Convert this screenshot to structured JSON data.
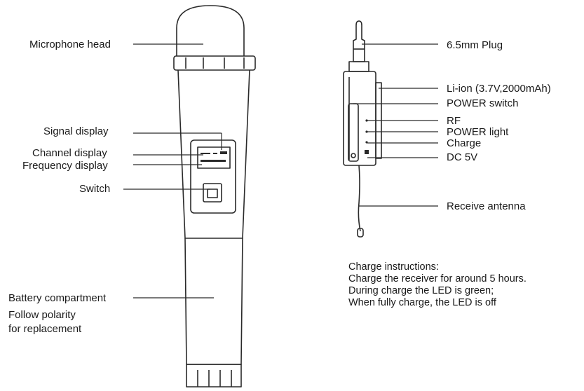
{
  "microphone": {
    "labels": {
      "head": "Microphone head",
      "signal_display": "Signal display",
      "channel_display": "Channel display",
      "frequency_display": "Frequency display",
      "switch": "Switch",
      "battery": "Battery compartment",
      "polarity_line1": "Follow polarity",
      "polarity_line2": "for replacement"
    }
  },
  "receiver": {
    "labels": {
      "plug": "6.5mm Plug",
      "battery": "Li-ion (3.7V,2000mAh)",
      "power_switch": "POWER switch",
      "rf": "RF",
      "power_light": "POWER light",
      "charge": "Charge",
      "dc": "DC 5V",
      "antenna": "Receive antenna"
    }
  },
  "charge_instructions": {
    "title": "Charge instructions:",
    "lines": [
      "Charge the receiver for around 5 hours.",
      "During charge the LED is green;",
      "When fully charge, the LED is off"
    ]
  }
}
